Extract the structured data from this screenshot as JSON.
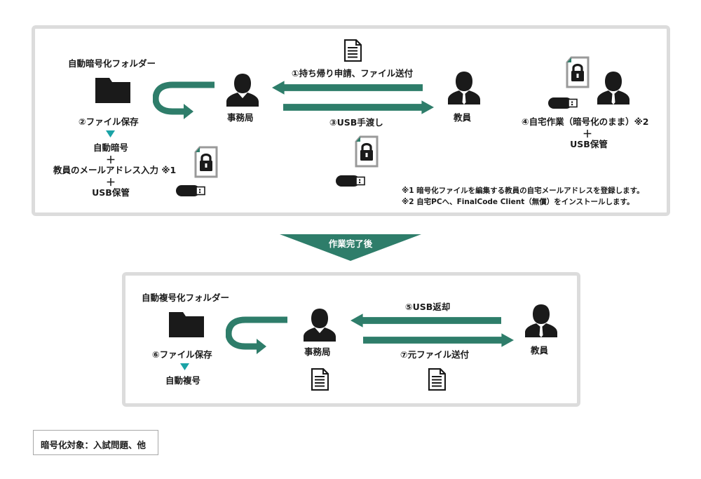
{
  "top_panel": {
    "folder_label": "自動暗号化フォルダー",
    "step2_label": "②ファイル保存",
    "auto_encrypt": "自動暗号",
    "plus1": "＋",
    "email_input": "教員のメールアドレス入力 ※1",
    "plus2": "＋",
    "usb_storage": "USB保管",
    "office_label": "事務局",
    "step1_label": "①持ち帰り申請、ファイル送付",
    "step3_label": "③USB手渡し",
    "teacher_label": "教員",
    "step4_label": "④自宅作業（暗号化のまま）※2",
    "plus3": "＋",
    "usb_storage_teacher": "USB保管",
    "note1": "※1 暗号化ファイルを編集する教員の自宅メールアドレスを登録します。",
    "note2": "※2 自宅PCへ、FinalCode Client（無償）をインストールします。"
  },
  "transition": {
    "label": "作業完了後"
  },
  "bottom_panel": {
    "folder_label": "自動複号化フォルダー",
    "step6_label": "⑥ファイル保存",
    "auto_decrypt": "自動複号",
    "office_label": "事務局",
    "step5_label": "⑤USB返却",
    "step7_label": "⑦元ファイル送付",
    "teacher_label": "教員"
  },
  "legend": {
    "text": "暗号化対象：入試問題、他"
  },
  "colors": {
    "accent_green": "#2e7d6a",
    "accent_teal": "#1aa3a6",
    "panel_border": "#dcdcdc",
    "icon_dark": "#1a1a1a"
  }
}
